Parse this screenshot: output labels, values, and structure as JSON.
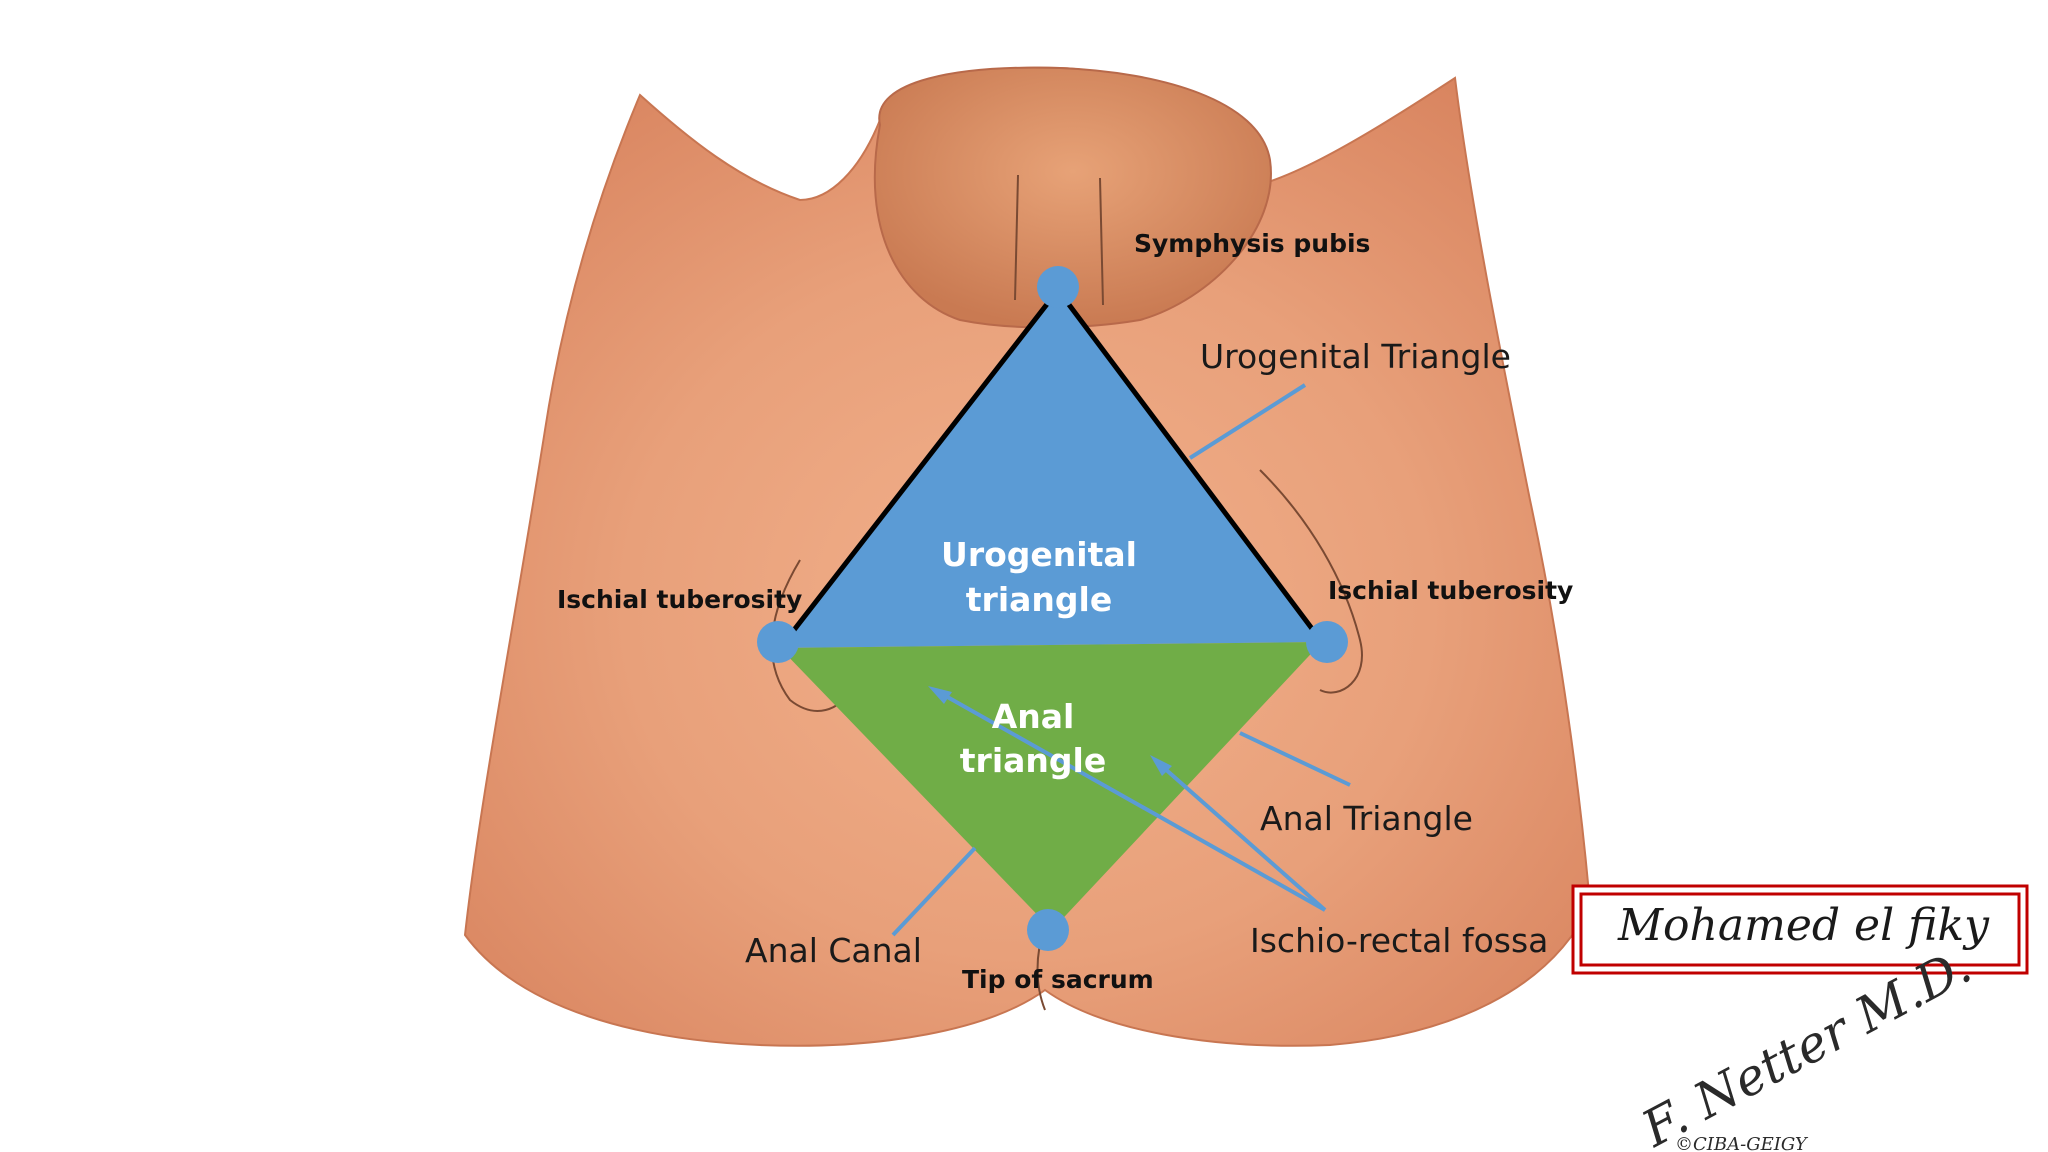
{
  "labels": {
    "symphysis_pubis": "Symphysis pubis",
    "urogenital_triangle_callout": "Urogenital Triangle",
    "ischial_tuberosity_left": "Ischial tuberosity",
    "ischial_tuberosity_right": "Ischial tuberosity",
    "urogenital_triangle_inner_line1": "Urogenital",
    "urogenital_triangle_inner_line2": "triangle",
    "anal_triangle_inner_line1": "Anal",
    "anal_triangle_inner_line2": "triangle",
    "anal_triangle_callout": "Anal Triangle",
    "ischio_rectal_fossa": "Ischio-rectal fossa",
    "anal_canal": "Anal Canal",
    "tip_of_sacrum": "Tip of sacrum"
  },
  "watermark": {
    "author": "Mohamed el fiky",
    "artist_signature": "F. Netter M.D.",
    "copyright_fragment": "©CIBA-GEIGY"
  },
  "colors": {
    "urogenital_region": "#5b9bd5",
    "anal_region": "#70ad47",
    "landmark_dot": "#5b9bd5",
    "leader_line": "#5b9bd5",
    "skin": "#e39670",
    "author_box_border": "#c00000"
  }
}
